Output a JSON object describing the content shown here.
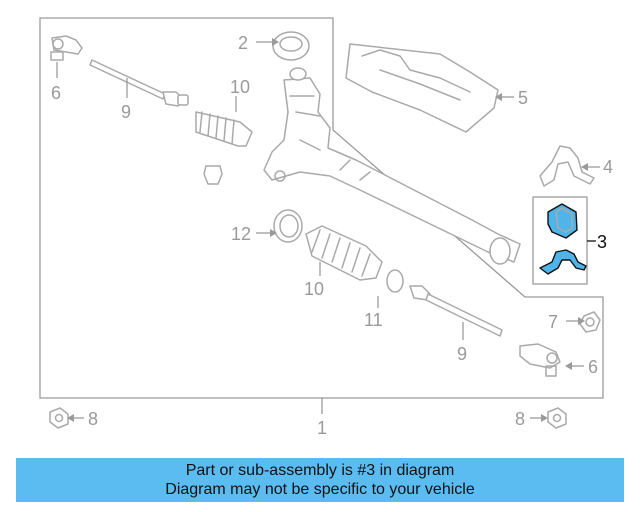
{
  "diagram": {
    "callouts": {
      "c1": "1",
      "c2": "2",
      "c3": "3",
      "c4": "4",
      "c5": "5",
      "c6a": "6",
      "c6b": "6",
      "c7": "7",
      "c8a": "8",
      "c8b": "8",
      "c9a": "9",
      "c9b": "9",
      "c10a": "10",
      "c10b": "10",
      "c11": "11",
      "c12": "12"
    },
    "highlighted_part": "3",
    "colors": {
      "highlight": "#4fb4ea",
      "banner": "#5bbcf2",
      "line_art": "#a9a9a9"
    }
  },
  "banner": {
    "line1": "Part or sub-assembly is #3 in diagram",
    "line2": "Diagram may not be specific to your vehicle"
  }
}
